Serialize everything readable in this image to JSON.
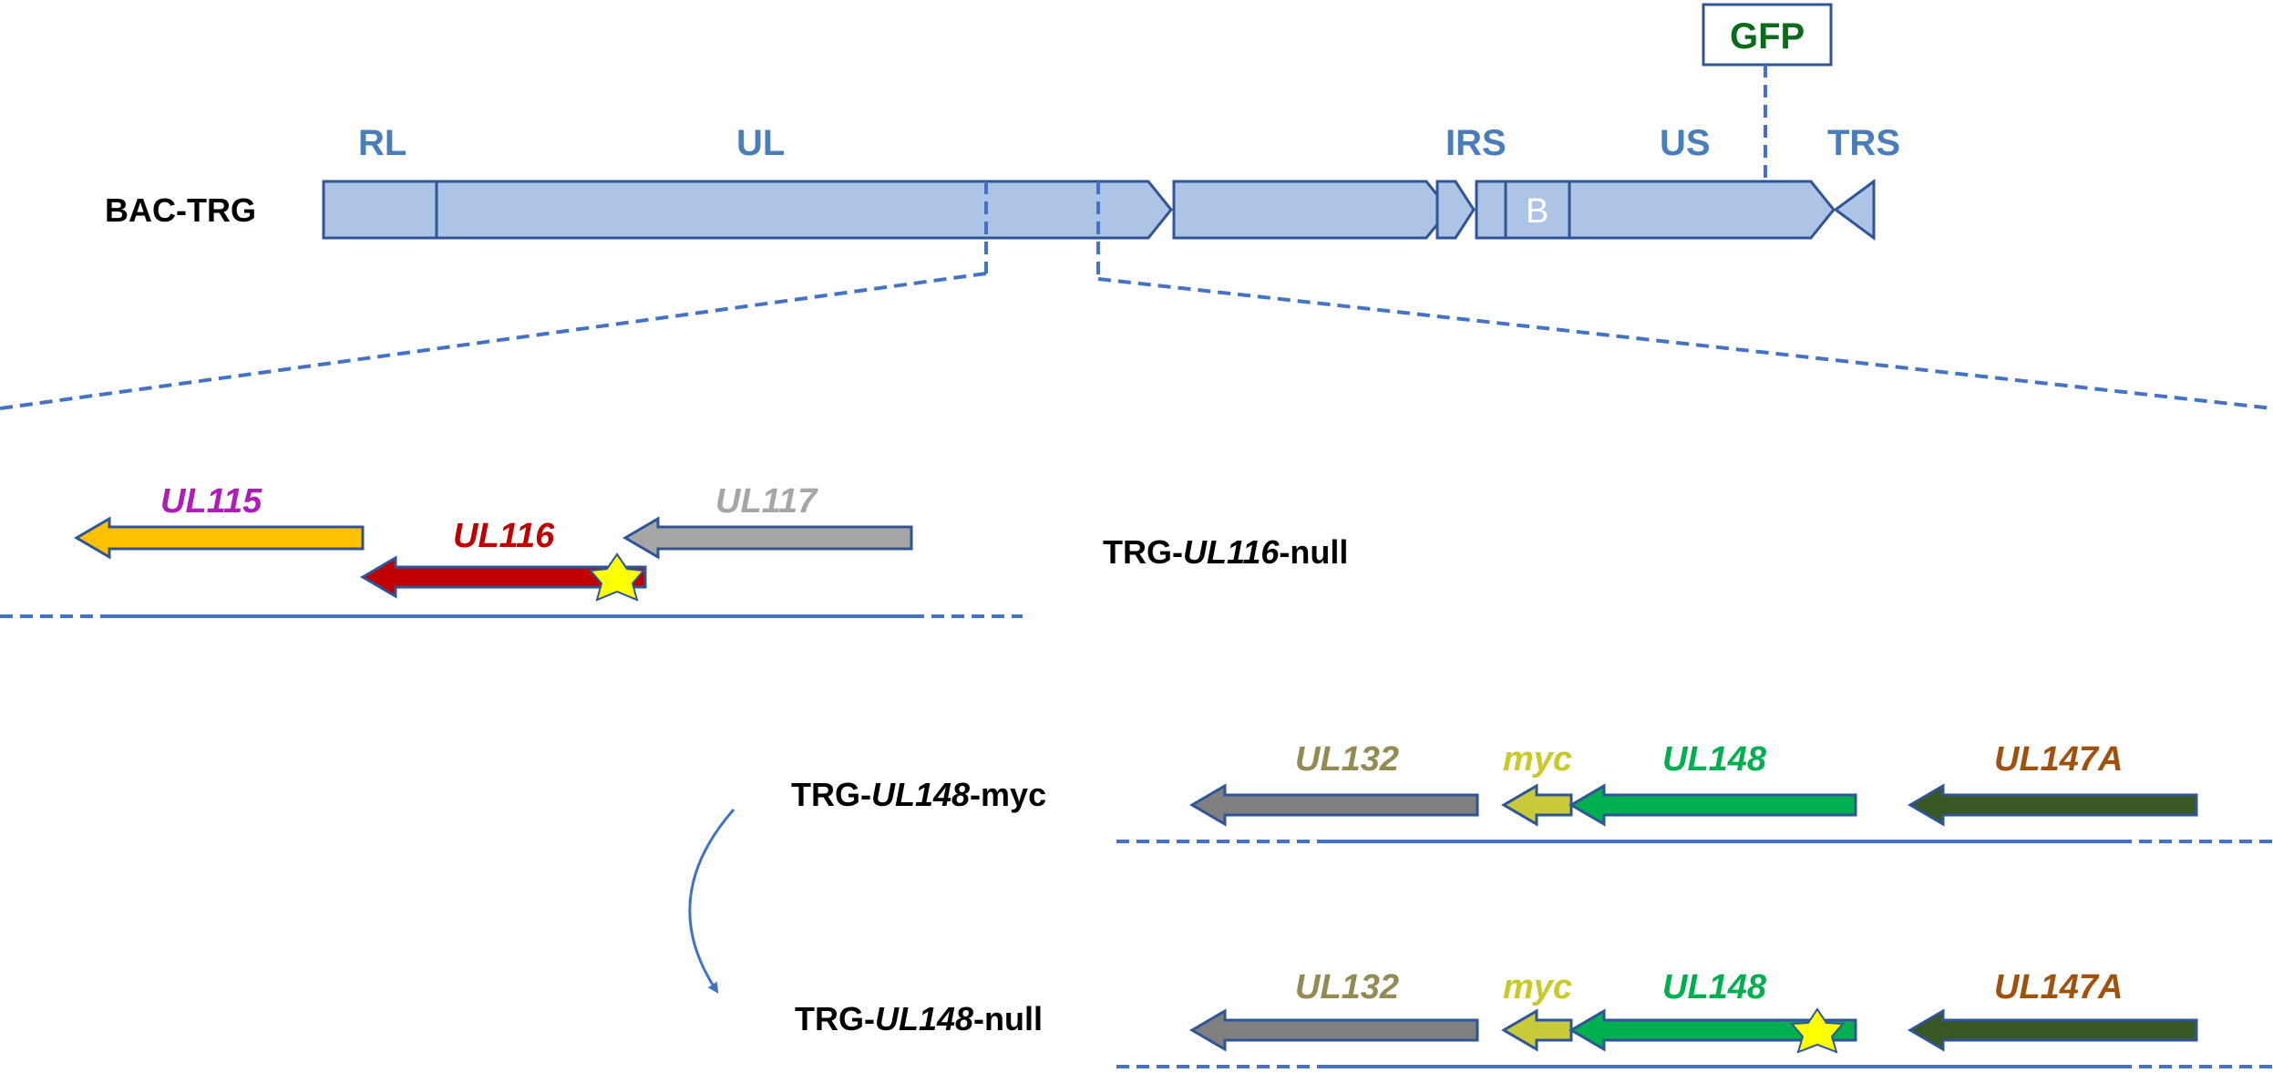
{
  "genome": {
    "name": "BAC-TRG",
    "regions": {
      "rl": "RL",
      "ul": "UL",
      "irs": "IRS",
      "us": "US",
      "trs": "TRS"
    },
    "b_label": "B",
    "gfp_label": "GFP"
  },
  "constructs": {
    "ul116_null": {
      "prefix": "TRG-",
      "gene": "UL116",
      "suffix": "-null"
    },
    "ul148_myc": {
      "prefix": "TRG-",
      "gene": "UL148",
      "suffix": "-myc"
    },
    "ul148_null": {
      "prefix": "TRG-",
      "gene": "UL148",
      "suffix": "-null"
    }
  },
  "genes": {
    "ul115": "UL115",
    "ul116": "UL116",
    "ul117": "UL117",
    "ul132": "UL132",
    "myc": "myc",
    "ul148": "UL148",
    "ul147a": "UL147A"
  },
  "colors": {
    "genome_fill": "#adc4e6",
    "genome_stroke": "#2f5597",
    "dashed_line": "#4472c4",
    "ul115": "#ffc000",
    "ul116": "#c00000",
    "ul117": "#a6a6a6",
    "ul132": "#808080",
    "myc": "#c9c93a",
    "ul148": "#00b050",
    "ul147a": "#385723",
    "star": "#ffff00",
    "ul115_text": "#b01cb8",
    "ul116_text": "#c00000",
    "ul117_text": "#a6a6a6",
    "ul132_text": "#948a54",
    "myc_text": "#c9c92a",
    "ul148_text": "#00b050",
    "ul147a_text": "#a0520d"
  },
  "icons": {
    "mutation_marker": "star-icon",
    "transition": "curved-arrow-icon"
  }
}
